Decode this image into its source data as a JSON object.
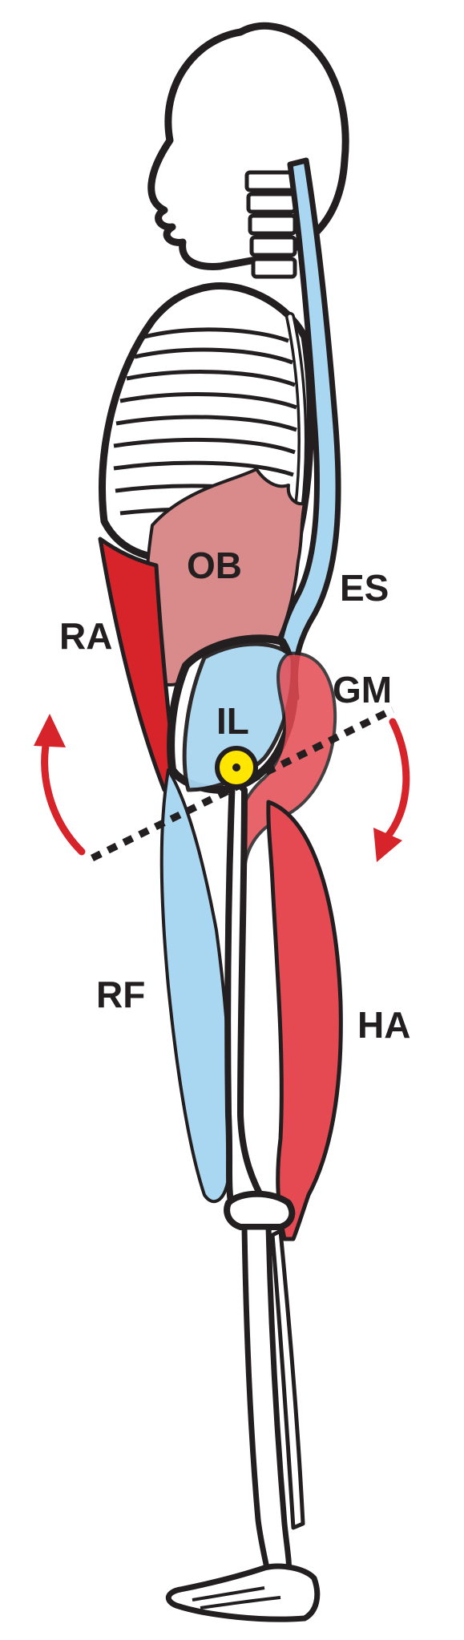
{
  "labels": {
    "ob": "OB",
    "es": "ES",
    "ra": "RA",
    "gm": "GM",
    "il": "IL",
    "rf": "RF",
    "ha": "HA"
  },
  "colors": {
    "outline": "#231f20",
    "red_muscle": "#d7232a",
    "red_muscle_light": "#e54a52",
    "oblique_pink": "#d98b8b",
    "blue_muscle": "#a9d6f0",
    "bone": "#ffffff",
    "joint_center": "#ffe600",
    "arrow": "#d7232a"
  }
}
